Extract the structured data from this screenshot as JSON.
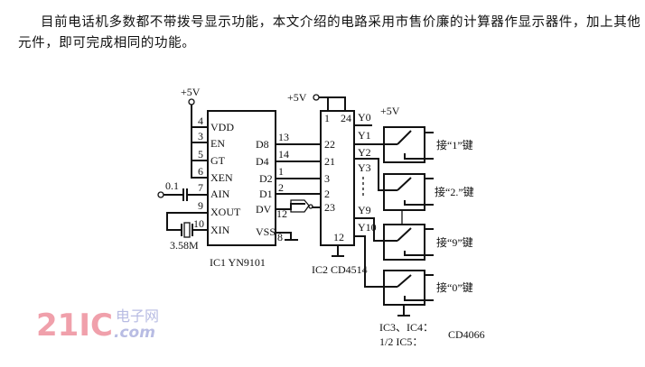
{
  "paragraph": "目前电话机多数都不带拨号显示功能，本文介绍的电路采用市售价廉的计算器作显示器件，加上其他元件，即可完成相同的功能。",
  "watermark": "21IC 电子网 .com",
  "ic1": {
    "label": "IC1 YN9101",
    "supply": "+5V",
    "left_pins": [
      {
        "num": "4",
        "name": "VDD"
      },
      {
        "num": "3",
        "name": "EN"
      },
      {
        "num": "5",
        "name": "GT"
      },
      {
        "num": "6",
        "name": "XEN"
      },
      {
        "num": "7",
        "name": "AIN"
      },
      {
        "num": "9",
        "name": "XOUT"
      },
      {
        "num": "10",
        "name": "XIN"
      }
    ],
    "right_pins": [
      {
        "num": "13",
        "name": "D8"
      },
      {
        "num": "14",
        "name": "D4"
      },
      {
        "num": "1",
        "name": "D2"
      },
      {
        "num": "2",
        "name": "D1"
      },
      {
        "num": "12",
        "name": "DV"
      },
      {
        "num": "8",
        "name": "VSS"
      }
    ],
    "capacitor": "0.1",
    "crystal": "3.58M"
  },
  "ic2": {
    "label": "IC2 CD4514",
    "supply": "+5V",
    "pins": [
      "1",
      "24",
      "22",
      "21",
      "3",
      "2",
      "23",
      "12"
    ],
    "outputs": [
      "Y0",
      "Y1",
      "Y2",
      "Y3",
      "Y9",
      "Y10"
    ]
  },
  "switches": {
    "supply": "+5V",
    "labels": [
      "接“1”键",
      "接“2.”键",
      "接“9”键",
      "接“0”键"
    ],
    "ic_note_1": "IC3、IC4：",
    "ic_note_2": "1/2 IC5：",
    "ic_note_part": "CD4066"
  }
}
